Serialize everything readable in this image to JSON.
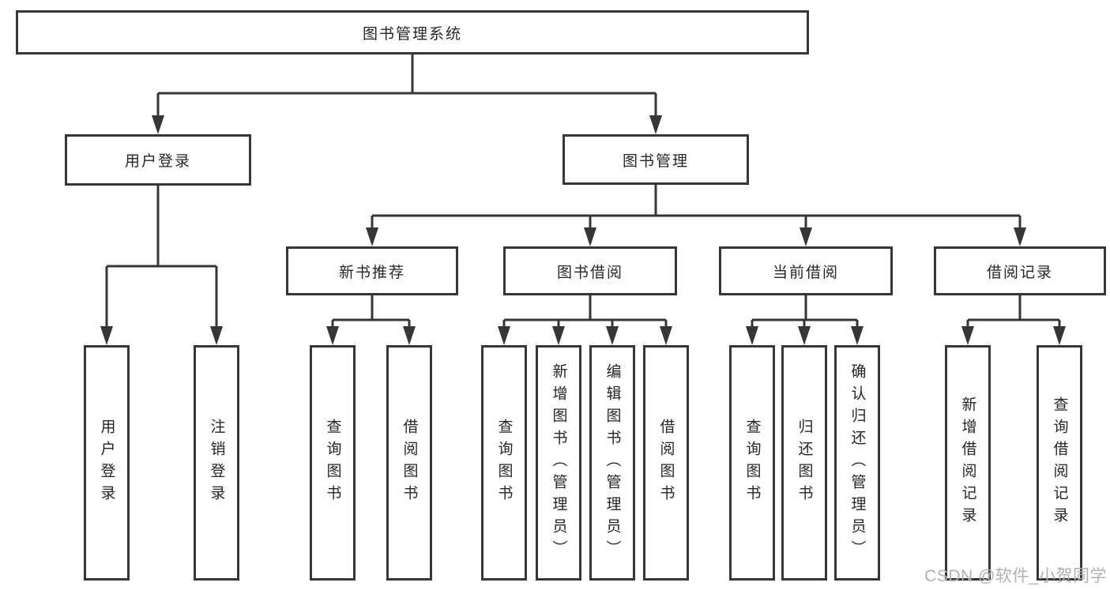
{
  "title": "图书管理系统",
  "watermark": "CSDN @软件_小贺同学",
  "colors": {
    "line": "#363636",
    "box_border": "#363636",
    "text": "#262626",
    "watermark": "#b3b0b0",
    "background": "#ffffff"
  },
  "tree": {
    "label": "图书管理系统",
    "children": [
      {
        "label": "用户登录",
        "children": [
          {
            "label": "用户登录"
          },
          {
            "label": "注销登录"
          }
        ]
      },
      {
        "label": "图书管理",
        "children": [
          {
            "label": "新书推荐",
            "children": [
              {
                "label": "查询图书"
              },
              {
                "label": "借阅图书"
              }
            ]
          },
          {
            "label": "图书借阅",
            "children": [
              {
                "label": "查询图书"
              },
              {
                "label": "新增图书（管理员）"
              },
              {
                "label": "编辑图书（管理员）"
              },
              {
                "label": "借阅图书"
              }
            ]
          },
          {
            "label": "当前借阅",
            "children": [
              {
                "label": "查询图书"
              },
              {
                "label": "归还图书"
              },
              {
                "label": "确认归还（管理员）"
              }
            ]
          },
          {
            "label": "借阅记录",
            "children": [
              {
                "label": "新增借阅记录"
              },
              {
                "label": "查询借阅记录"
              }
            ]
          }
        ]
      }
    ]
  }
}
